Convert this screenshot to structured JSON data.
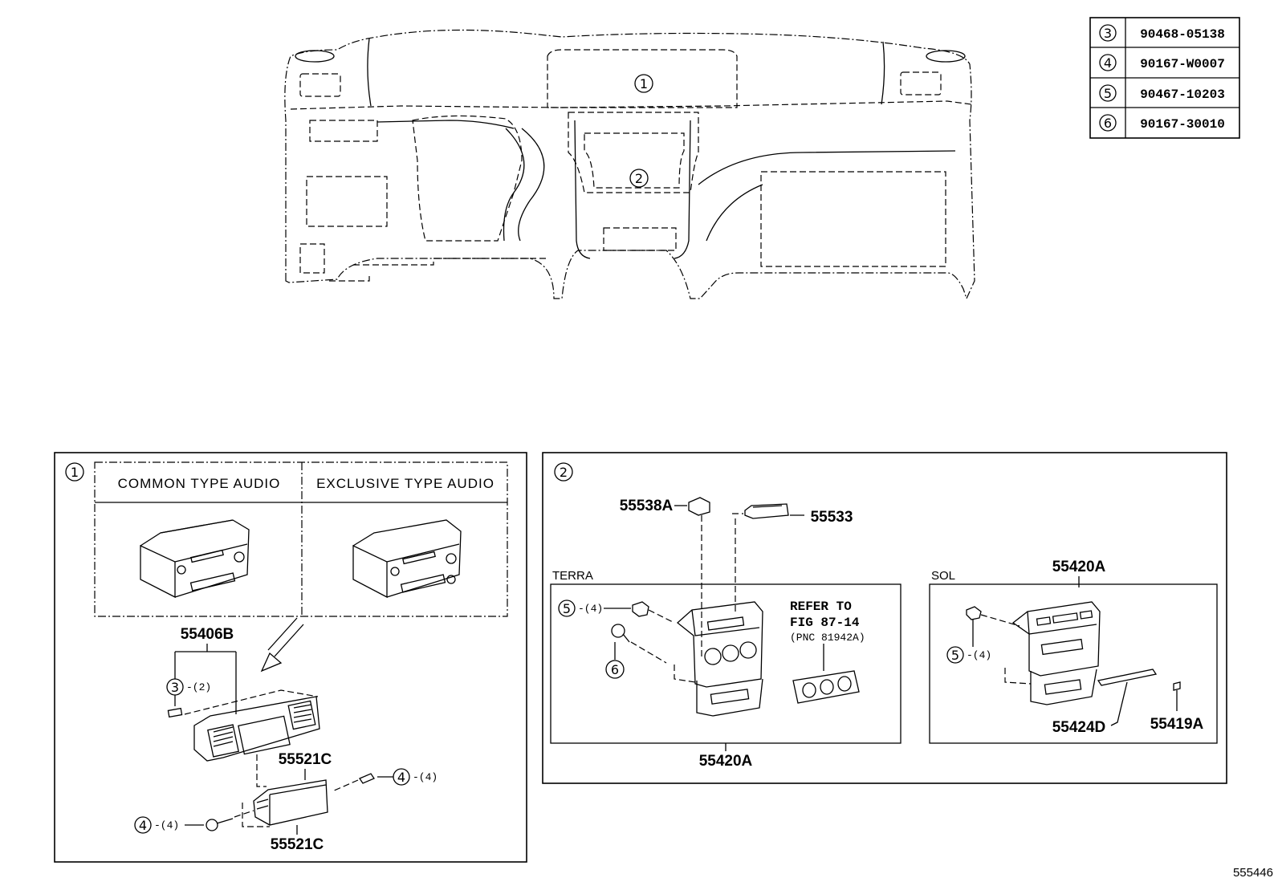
{
  "table": {
    "rows": [
      {
        "ref": "3",
        "part": "90468-05138"
      },
      {
        "ref": "4",
        "part": "90167-W0007"
      },
      {
        "ref": "5",
        "part": "90467-10203"
      },
      {
        "ref": "6",
        "part": "90167-30010"
      }
    ]
  },
  "dashboard": {
    "callout_1": "1",
    "callout_2": "2"
  },
  "panel1": {
    "callout": "1",
    "header_common": "COMMON TYPE AUDIO",
    "header_exclusive": "EXCLUSIVE TYPE AUDIO",
    "part_main": "55406B",
    "ref3": "3",
    "qty3": "-(2)",
    "part_bracket_top": "55521C",
    "part_bracket_bottom": "55521C",
    "ref4_right": "4",
    "qty4_right": "-(4)",
    "ref4_left": "4",
    "qty4_left": "-(4)"
  },
  "panel2": {
    "callout": "2",
    "part_knob": "55538A",
    "part_switch": "55533",
    "terra_label": "TERRA",
    "ref5_terra": "5",
    "qty5_terra": "-(4)",
    "ref6_terra": "6",
    "refer_line1": "REFER TO",
    "refer_line2": "FIG 87-14",
    "refer_line3": "(PNC 81942A)",
    "part_terra": "55420A",
    "sol_label": "SOL",
    "part_sol": "55420A",
    "ref5_sol": "5",
    "qty5_sol": "-(4)",
    "part_strip": "55424D",
    "part_clip": "55419A"
  },
  "figure_id": "555446"
}
